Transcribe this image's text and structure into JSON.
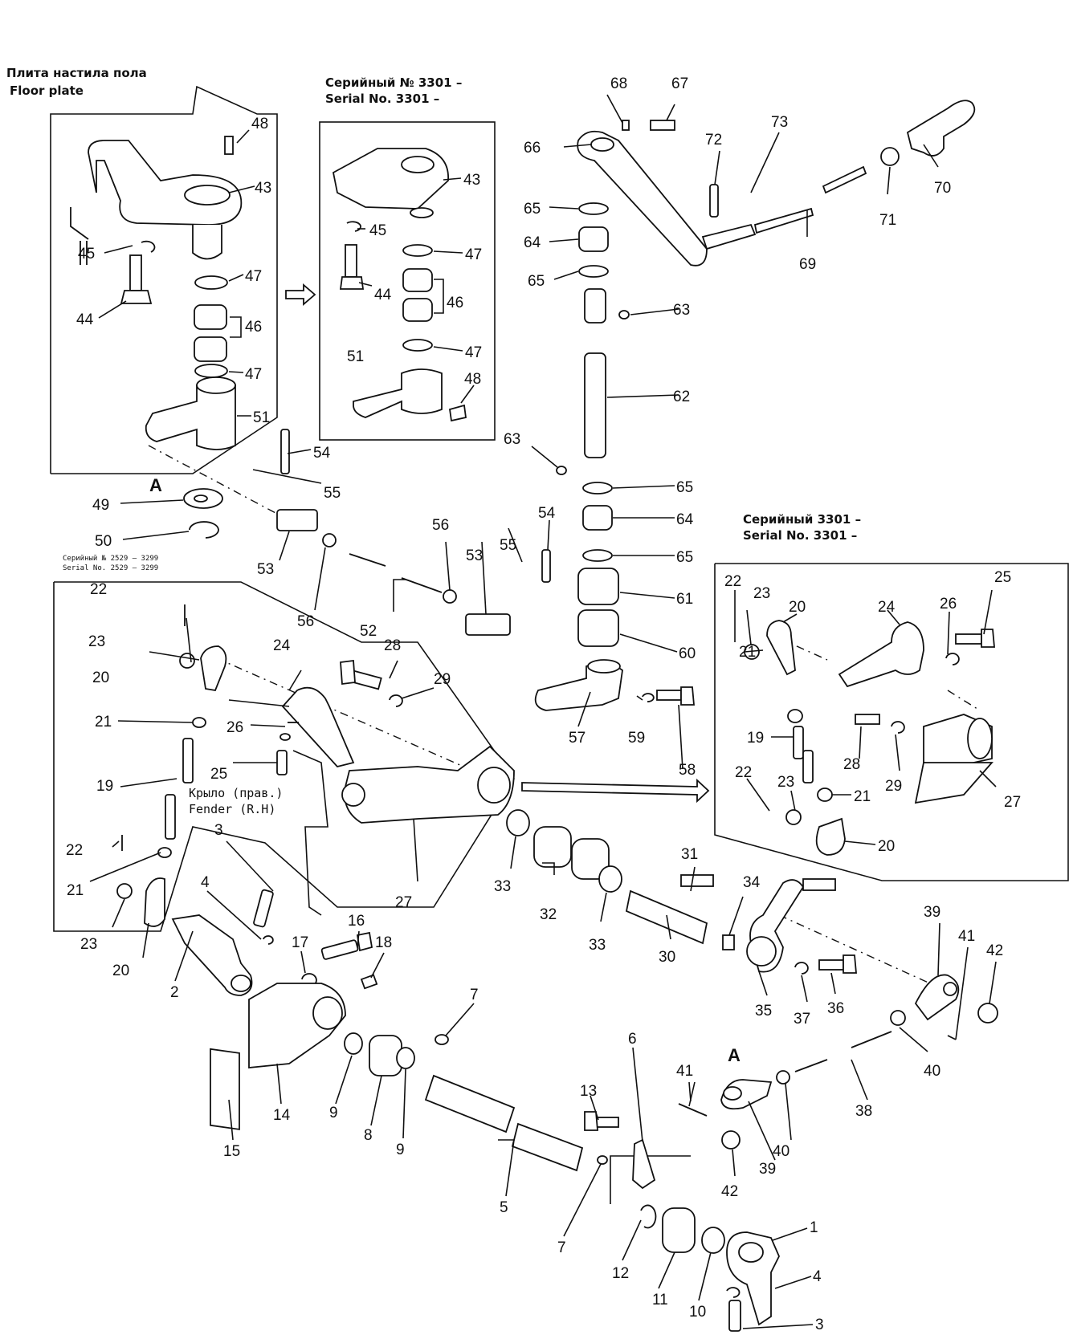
{
  "captions": {
    "floor_plate_ru": "Плита настила пола",
    "floor_plate_en": "Floor plate",
    "serial_top_ru": "Серийный № 3301 –",
    "serial_top_en": "Serial No. 3301 –",
    "serial_right_ru": "Серийный 3301 –",
    "serial_right_en": "Serial No. 3301 –",
    "serial_old_ru": "Серийный № 2529 – 3299",
    "serial_old_en": "Serial No. 2529 – 3299",
    "fender_ru": "Крыло (прав.)",
    "fender_en": "Fender (R.H)",
    "marker_a": "A"
  },
  "parts": [
    "1",
    "2",
    "3",
    "4",
    "5",
    "6",
    "7",
    "9",
    "10",
    "11",
    "12",
    "13",
    "14",
    "15",
    "16",
    "17",
    "18",
    "19",
    "20",
    "21",
    "22",
    "23",
    "24",
    "25",
    "26",
    "27",
    "28",
    "29",
    "30",
    "31",
    "32",
    "33",
    "34",
    "35",
    "36",
    "37",
    "38",
    "39",
    "40",
    "41",
    "42",
    "43",
    "44",
    "45",
    "46",
    "47",
    "48",
    "49",
    "50",
    "51",
    "52",
    "53",
    "54",
    "55",
    "56",
    "57",
    "58",
    "59",
    "60",
    "61",
    "62",
    "63",
    "64",
    "65",
    "66",
    "67",
    "68",
    "69",
    "70",
    "71",
    "72",
    "73"
  ],
  "callouts": {
    "p1": "1",
    "p2": "2",
    "p3": "3",
    "p4": "4",
    "p5": "5",
    "p6": "6",
    "p7": "7",
    "p8": "8",
    "p9": "9",
    "p10": "10",
    "p11": "11",
    "p12": "12",
    "p13": "13",
    "p14": "14",
    "p15": "15",
    "p16": "16",
    "p17": "17",
    "p18": "18",
    "p19": "19",
    "p20": "20",
    "p21": "21",
    "p22": "22",
    "p23": "23",
    "p24": "24",
    "p25": "25",
    "p26": "26",
    "p27": "27",
    "p28": "28",
    "p29": "29",
    "p30": "30",
    "p31": "31",
    "p32": "32",
    "p33": "33",
    "p34": "34",
    "p35": "35",
    "p36": "36",
    "p37": "37",
    "p38": "38",
    "p39": "39",
    "p40": "40",
    "p41": "41",
    "p42": "42",
    "p43": "43",
    "p44": "44",
    "p45": "45",
    "p46": "46",
    "p47": "47",
    "p48": "48",
    "p49": "49",
    "p50": "50",
    "p51": "51",
    "p52": "52",
    "p53": "53",
    "p54": "54",
    "p55": "55",
    "p56": "56",
    "p57": "57",
    "p58": "58",
    "p59": "59",
    "p60": "60",
    "p61": "61",
    "p62": "62",
    "p63": "63",
    "p64": "64",
    "p65": "65",
    "p66": "66",
    "p67": "67",
    "p68": "68",
    "p69": "69",
    "p70": "70",
    "p71": "71",
    "p72": "72",
    "p73": "73"
  }
}
